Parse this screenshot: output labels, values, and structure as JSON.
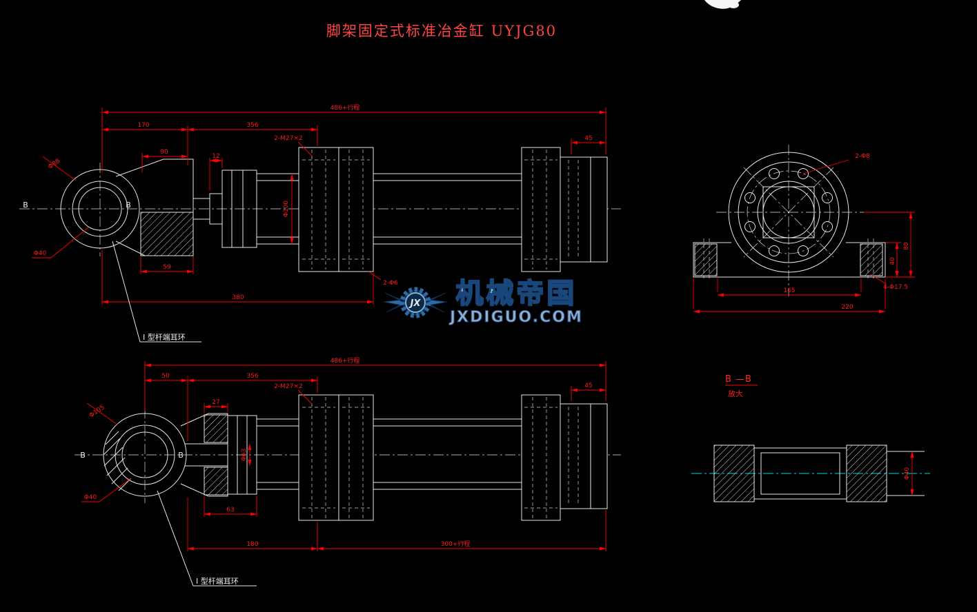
{
  "title": "脚架固定式标准冶金缸  UYJG80",
  "watermark": {
    "initials": "JX",
    "brand": "机械帝国",
    "site": "JXDIGUO.COM"
  },
  "labels": {
    "section_b": "B",
    "rod_eye_note": "I 型杆端耳环",
    "detail_title": "B —B",
    "detail_sub": "放大"
  },
  "dims": {
    "tl_overall": "486+行程",
    "tl_170": "170",
    "tl_356": "356",
    "tl_thread": "2-M27×2",
    "tl_45": "45",
    "tl_90": "90",
    "tl_12": "12",
    "tl_d88": "Φ88",
    "tl_d40": "Φ40",
    "tl_59": "59",
    "tl_380": "380",
    "tl_2d6": "2-Φ6",
    "tl_bore": "Φ100",
    "tr_2d8": "2-Φ8",
    "tr_40": "40",
    "tr_80": "80",
    "tr_165": "165",
    "tr_220": "220",
    "tr_4d175": "4-Φ17.5",
    "bl_overall": "486+行程",
    "bl_50": "50",
    "bl_356": "356",
    "bl_thread": "2-M27×2",
    "bl_45": "45",
    "bl_27": "27",
    "bl_d105": "Φ105",
    "bl_d40": "Φ40",
    "bl_63": "63",
    "bl_180": "180",
    "bl_stroke": "300+行程",
    "bl_rod": "Φ63",
    "bb_d40": "Φ40"
  },
  "colors": {
    "background": "#000000",
    "geometry": "#e8e8e8",
    "dimension": "#ff0000",
    "detail_centerline": "#00dcdc",
    "watermark_blue": "#2f6fae",
    "title_red": "#ff4444"
  }
}
